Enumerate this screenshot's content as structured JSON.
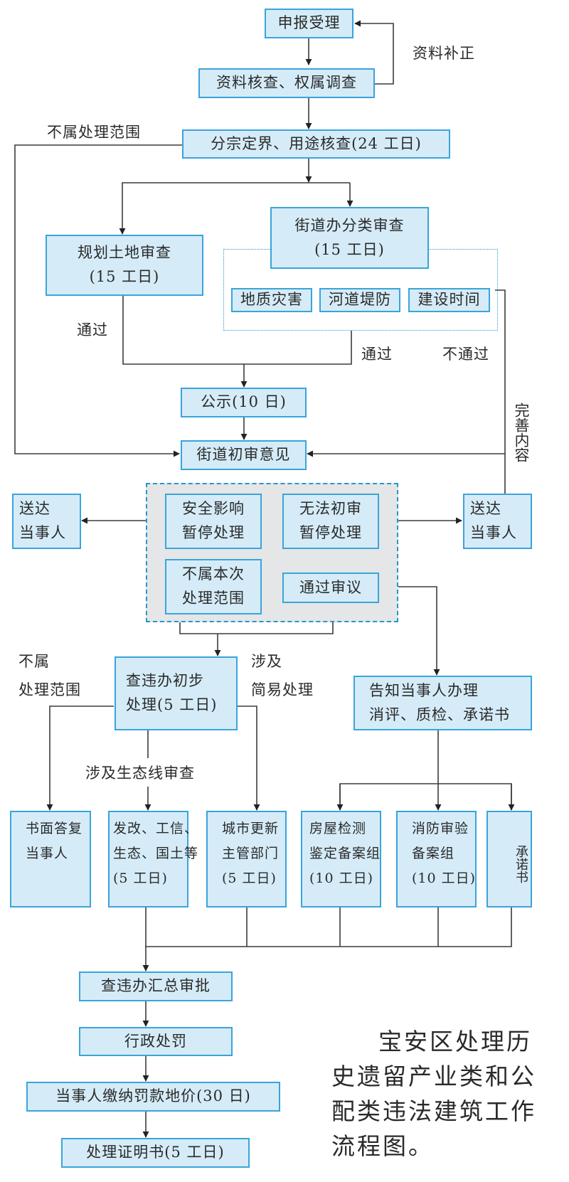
{
  "diagram": {
    "title": "宝安区处理历史遗留产业类和公配类违法建筑工作流程图。",
    "title_lines": [
      "宝安区处理历",
      "史遗留产业类和公",
      "配类违法建筑工作",
      "流程图。"
    ],
    "colors": {
      "box_fill": "#d5ecf8",
      "box_border": "#3aa4da",
      "group_fill": "#e5e6e7",
      "group_border": "#2597d3",
      "line": "#3c3c3c"
    },
    "nodes": {
      "apply": "申报受理",
      "verify": "资料核查、权属调查",
      "delimit": "分宗定界、用途核查(24 工日)",
      "planning_review": {
        "line1": "规划土地审查",
        "line2": "(15 工日)"
      },
      "street_review": {
        "line1": "街道办分类审查",
        "line2": "(15 工日)"
      },
      "geo_hazard": "地质灾害",
      "river_levee": "河道堤防",
      "build_time": "建设时间",
      "publicity": "公示(10 日)",
      "street_opinion": "街道初审意见",
      "deliver_left": {
        "line1": "送达",
        "line2": "当事人"
      },
      "deliver_right": {
        "line1": "送达",
        "line2": "当事人"
      },
      "safety_suspend": {
        "line1": "安全影响",
        "line2": "暂停处理"
      },
      "cannot_review": {
        "line1": "无法初审",
        "line2": "暂停处理"
      },
      "out_of_scope_batch": {
        "line1": "不属本次",
        "line2": "处理范围"
      },
      "pass_deliberation": "通过审议",
      "preliminary": {
        "line1": "查违办初步",
        "line2": "处理(5 工日)"
      },
      "notify_party": {
        "line1": "告知当事人办理",
        "line2": "消评、质检、承诺书"
      },
      "written_reply": {
        "line1": "书面答复",
        "line2": "当事人"
      },
      "depts": {
        "line1": "发改、工信、",
        "line2": "生态、国土等",
        "line3": "(5 工日)"
      },
      "urban_renewal": {
        "line1": "城市更新",
        "line2": "主管部门",
        "line3": "(5 工日)"
      },
      "house_inspection": {
        "line1": "房屋检测",
        "line2": "鉴定备案组",
        "line3": "(10 工日)"
      },
      "fire_inspection": {
        "line1": "消防审验",
        "line2": "备案组",
        "line3": "(10 工日)"
      },
      "commitment": "承诺书",
      "summary_approval": "查违办汇总审批",
      "admin_penalty": "行政处罚",
      "pay_fine": "当事人缴纳罚款地价(30 日)",
      "certificate": "处理证明书(5 工日)"
    },
    "edge_labels": {
      "supplement": "资料补正",
      "not_in_scope_top": "不属处理范围",
      "pass_left": "通过",
      "pass_right": "通过",
      "fail": "不通过",
      "improve": "完善内容",
      "not_in_scope_bottom": {
        "line1": "不属",
        "line2": "处理范围"
      },
      "simple_process": {
        "line1": "涉及",
        "line2": "简易处理"
      },
      "ecology_review": "涉及生态线审查"
    }
  }
}
